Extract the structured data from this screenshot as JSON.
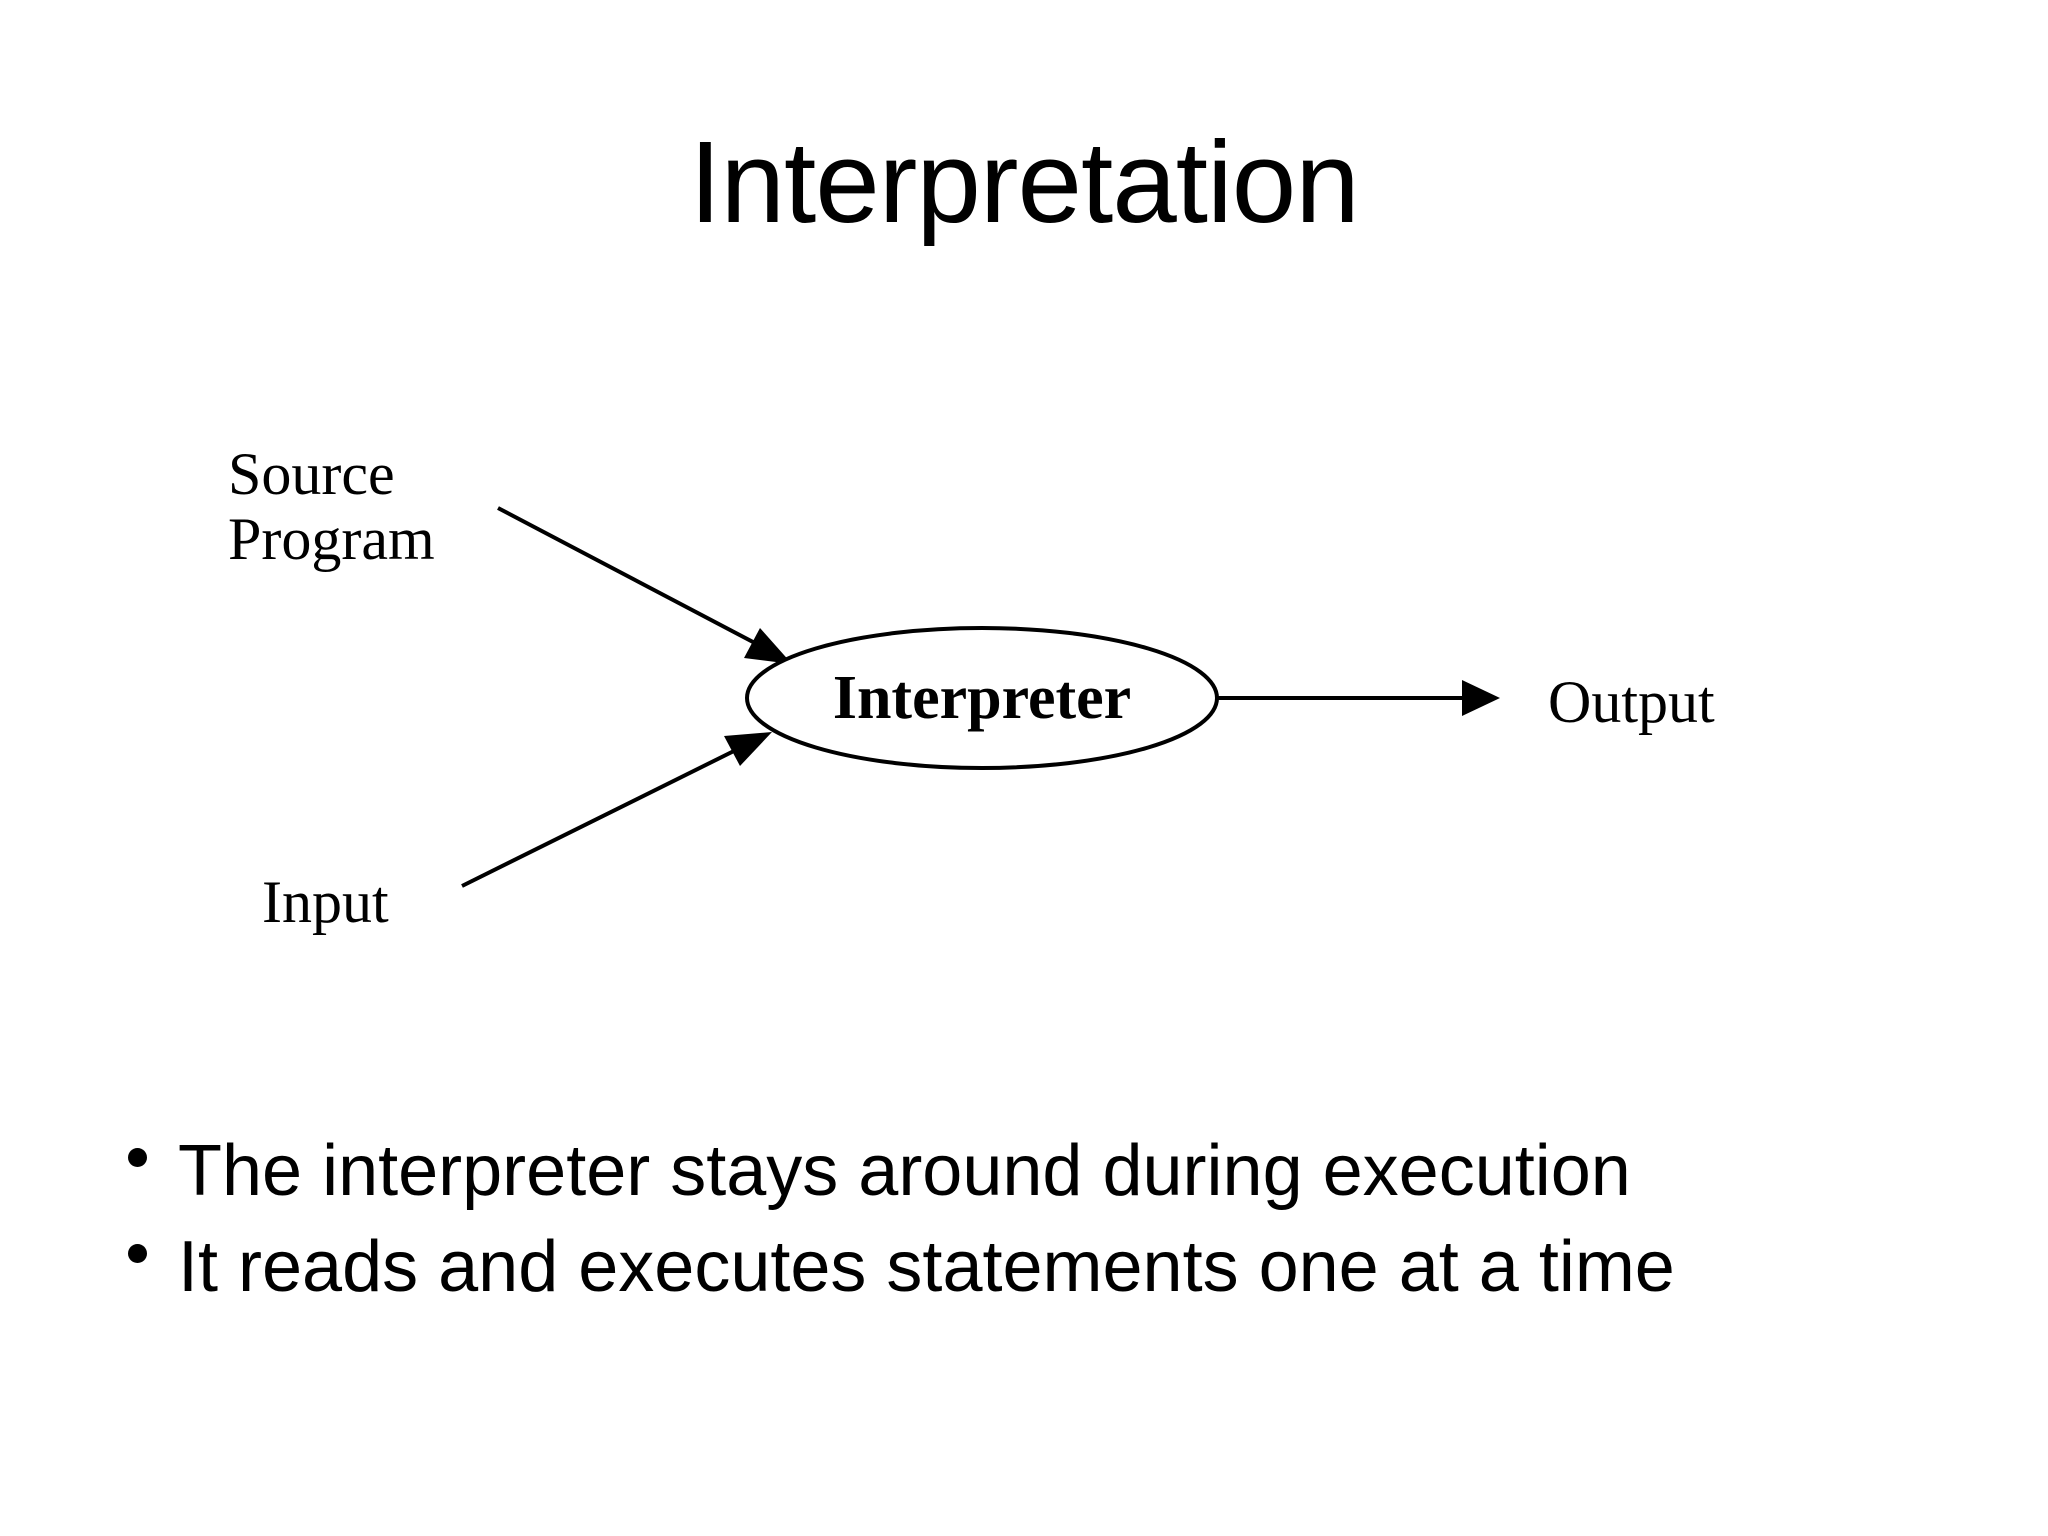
{
  "slide": {
    "title": "Interpretation",
    "background_color": "#ffffff",
    "text_color": "#000000"
  },
  "diagram": {
    "labels": {
      "source_program": "Source\nProgram",
      "input": "Input",
      "output": "Output"
    },
    "node": {
      "label": "Interpreter",
      "shape": "ellipse"
    },
    "edges": [
      {
        "from": "Source Program",
        "to": "Interpreter",
        "arrow": true
      },
      {
        "from": "Input",
        "to": "Interpreter",
        "arrow": true
      },
      {
        "from": "Interpreter",
        "to": "Output",
        "arrow": true
      }
    ]
  },
  "bullets": [
    {
      "text": "The interpreter stays around during execution"
    },
    {
      "text": "It reads and executes statements one at a time"
    }
  ]
}
